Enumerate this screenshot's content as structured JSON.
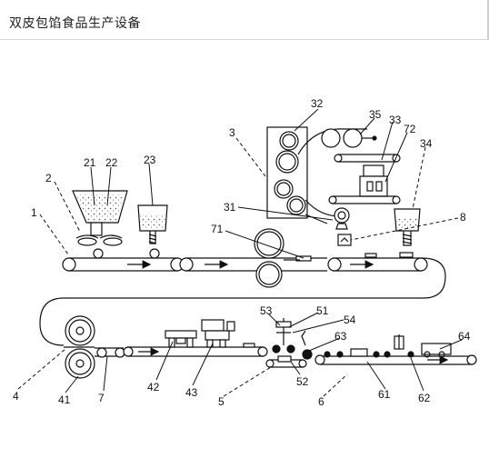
{
  "page": {
    "title": "双皮包馅食品生产设备"
  },
  "diagram": {
    "labels": [
      {
        "id": "l1",
        "text": "1"
      },
      {
        "id": "l2",
        "text": "2"
      },
      {
        "id": "l21",
        "text": "21"
      },
      {
        "id": "l22",
        "text": "22"
      },
      {
        "id": "l23",
        "text": "23"
      },
      {
        "id": "l3",
        "text": "3"
      },
      {
        "id": "l31",
        "text": "31"
      },
      {
        "id": "l32",
        "text": "32"
      },
      {
        "id": "l33",
        "text": "33"
      },
      {
        "id": "l34",
        "text": "34"
      },
      {
        "id": "l35",
        "text": "35"
      },
      {
        "id": "l71",
        "text": "71"
      },
      {
        "id": "l72",
        "text": "72"
      },
      {
        "id": "l8",
        "text": "8"
      },
      {
        "id": "l4",
        "text": "4"
      },
      {
        "id": "l41",
        "text": "41"
      },
      {
        "id": "l7",
        "text": "7"
      },
      {
        "id": "l42",
        "text": "42"
      },
      {
        "id": "l43",
        "text": "43"
      },
      {
        "id": "l5",
        "text": "5"
      },
      {
        "id": "l51",
        "text": "51"
      },
      {
        "id": "l52",
        "text": "52"
      },
      {
        "id": "l53",
        "text": "53"
      },
      {
        "id": "l54",
        "text": "54"
      },
      {
        "id": "l6",
        "text": "6"
      },
      {
        "id": "l61",
        "text": "61"
      },
      {
        "id": "l62",
        "text": "62"
      },
      {
        "id": "l63",
        "text": "63"
      },
      {
        "id": "l64",
        "text": "64"
      }
    ]
  }
}
